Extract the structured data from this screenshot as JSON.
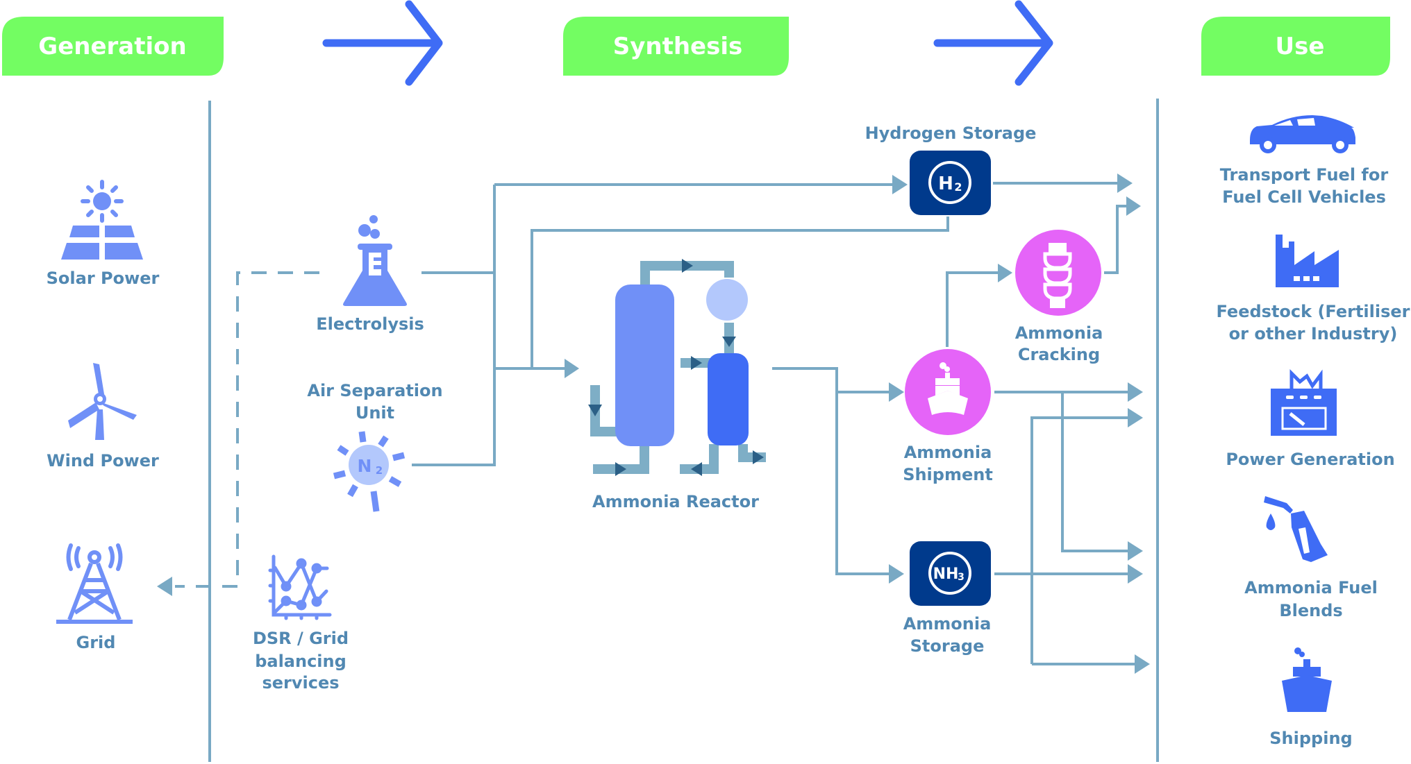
{
  "diagram": {
    "stages": [
      {
        "label": "Generation"
      },
      {
        "label": "Synthesis"
      },
      {
        "label": "Use"
      }
    ],
    "generation": {
      "solar": {
        "label": "Solar Power",
        "icon": "solar-panel-icon"
      },
      "wind": {
        "label": "Wind Power",
        "icon": "wind-turbine-icon"
      },
      "grid": {
        "label": "Grid",
        "icon": "transmission-tower-icon"
      }
    },
    "synthesis": {
      "electrolysis": {
        "label": "Electrolysis",
        "icon": "flask-icon"
      },
      "asu": {
        "label_line1": "Air Separation",
        "label_line2": "Unit",
        "icon": "nitrogen-icon",
        "molecule": "N",
        "molecule_sub": "2"
      },
      "dsr": {
        "label_line1": "DSR / Grid",
        "label_line2": "balancing",
        "label_line3": "services",
        "icon": "line-chart-icon"
      },
      "reactor": {
        "label": "Ammonia Reactor",
        "icon": "reactor-icon"
      },
      "h2_storage": {
        "label": "Hydrogen Storage",
        "molecule": "H",
        "molecule_sub": "2"
      },
      "cracking": {
        "label_line1": "Ammonia",
        "label_line2": "Cracking",
        "icon": "cracker-icon"
      },
      "shipment": {
        "label_line1": "Ammonia",
        "label_line2": "Shipment",
        "icon": "ship-icon"
      },
      "nh3_storage": {
        "label_line1": "Ammonia",
        "label_line2": "Storage",
        "molecule": "NH",
        "molecule_sub": "3"
      }
    },
    "use": [
      {
        "label_line1": "Transport Fuel for",
        "label_line2": "Fuel Cell Vehicles",
        "icon": "car-icon"
      },
      {
        "label_line1": "Feedstock (Fertiliser",
        "label_line2": "or other Industry)",
        "icon": "factory-icon"
      },
      {
        "label_line1": "Power Generation",
        "label_line2": "",
        "icon": "power-plant-icon"
      },
      {
        "label_line1": "Ammonia Fuel",
        "label_line2": "Blends",
        "icon": "fuel-nozzle-icon"
      },
      {
        "label_line1": "Shipping",
        "label_line2": "",
        "icon": "ship-icon"
      }
    ],
    "colors": {
      "header_green": "#73fd62",
      "arrow_blue": "#3f6cf5",
      "flow_line": "#79a9c4",
      "label_text": "#5188b2",
      "storage_navy": "#003a8c",
      "process_magenta": "#e564f8",
      "icon_blue": "#7090f7"
    }
  }
}
